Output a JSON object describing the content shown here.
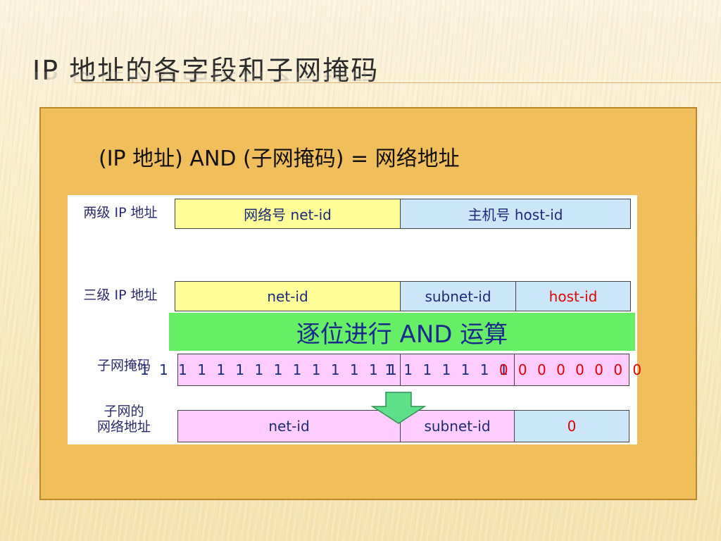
{
  "slide": {
    "title": "IP 地址的各字段和子网掩码",
    "formula": "(IP 地址) AND (子网掩码) = 网络地址"
  },
  "diagram": {
    "two_level": {
      "label": "两级 IP 地址",
      "net_id": "网络号 net-id",
      "host_id": "主机号 host-id"
    },
    "three_level": {
      "label": "三级 IP 地址",
      "net_id": "net-id",
      "subnet_id": "subnet-id",
      "host_id": "host-id"
    },
    "and_operation": "逐位进行 AND 运算",
    "subnet_mask": {
      "label": "子网掩码",
      "net_bits": "1 1 1 1 1 1 1 1 1 1 1 1 1 1 1 1",
      "subnet_bits": "1 1 1 1 1 1 1 1",
      "host_bits": "0 0 0 0 0 0 0 0"
    },
    "subnet_address": {
      "label_line1": "子网的",
      "label_line2": "网络地址",
      "net_id": "net-id",
      "subnet_id": "subnet-id",
      "host_value": "0"
    }
  },
  "colors": {
    "net_yellow": "#fffe99",
    "host_blue": "#cbe6f8",
    "mask_pink": "#ffccff",
    "and_green": "#66ee66",
    "box_orange": "#f0be5a",
    "host_red": "#e00000",
    "arrow_green": "#5ee08a"
  }
}
